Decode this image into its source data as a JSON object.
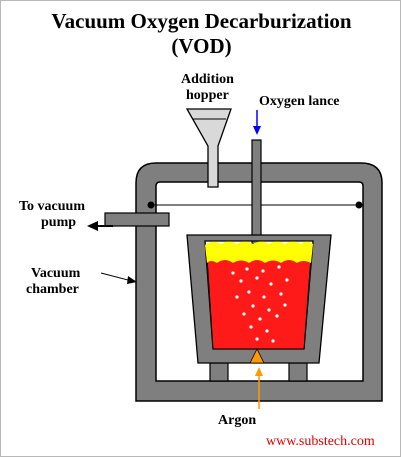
{
  "title": {
    "line1": "Vacuum Oxygen Decarburization",
    "line2": "(VOD)"
  },
  "labels": {
    "addition_hopper_line1": "Addition",
    "addition_hopper_line2": "hopper",
    "oxygen_lance": "Oxygen lance",
    "to_vacuum_pump_line1": "To vacuum",
    "to_vacuum_pump_line2": "pump",
    "vacuum_chamber_line1": "Vacuum",
    "vacuum_chamber_line2": "chamber",
    "argon": "Argon"
  },
  "credit": "www.substech.com",
  "colors": {
    "chamber_gray": "#7f7f7f",
    "ladle_gray": "#7f7f7f",
    "steel_red": "#ff1a1a",
    "slag_yellow": "#ffff00",
    "oxygen_arrow": "#0000ff",
    "argon_orange": "#ff9900",
    "credit_red": "#e00000"
  }
}
